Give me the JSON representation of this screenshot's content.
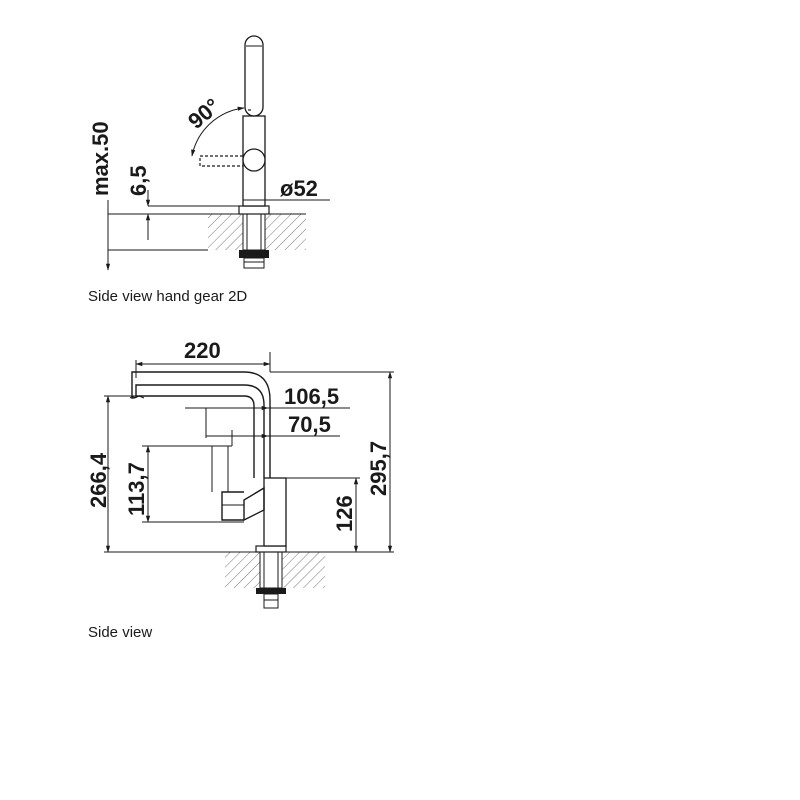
{
  "top_view": {
    "caption": "Side view hand gear 2D",
    "dimensions": {
      "max_height": "max.50",
      "offset": "6,5",
      "angle": "90°",
      "diameter": "ø52"
    }
  },
  "side_view": {
    "caption": "Side view",
    "dimensions": {
      "reach": "220",
      "spout_offset": "106,5",
      "lever_offset": "70,5",
      "height_under_spout": "266,4",
      "lever_height": "113,7",
      "body_height": "126",
      "total_height": "295,7"
    }
  }
}
